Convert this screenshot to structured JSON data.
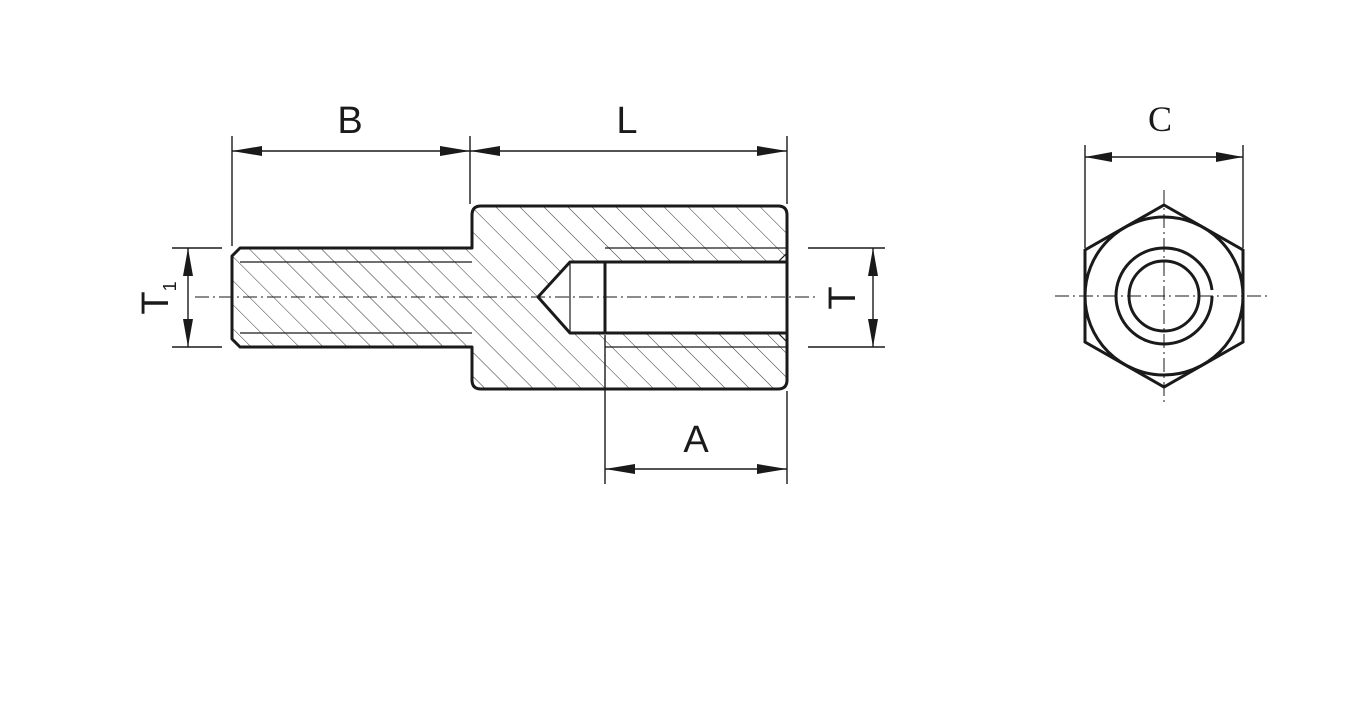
{
  "labels": {
    "B": "B",
    "L": "L",
    "C": "C",
    "A": "A",
    "T": "T",
    "T1_main": "T",
    "T1_sub": "1"
  },
  "colors": {
    "line": "#1a1a1a",
    "background": "#ffffff"
  }
}
